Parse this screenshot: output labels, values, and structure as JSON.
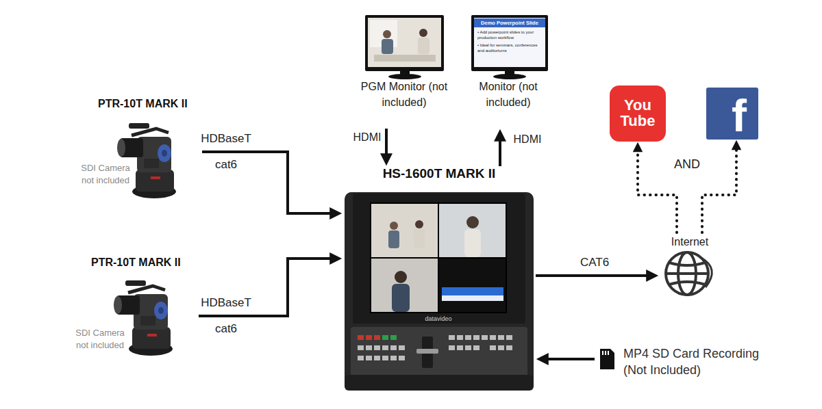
{
  "diagram": {
    "nodes": [
      {
        "text": [
          "PTR-10T MARK II",
          "SDI Camera not included"
        ]
      },
      {
        "text": [
          "PTR-10T MARK II",
          "SDI Camera not included"
        ]
      },
      {
        "text": [
          "PGM Monitor (not included)"
        ]
      },
      {
        "text": [
          "Monitor (not included)"
        ]
      },
      {
        "text": [
          "HS-1600T MARK II"
        ]
      },
      {
        "text": [
          "Internet"
        ]
      },
      {
        "text": [
          "You Tube"
        ]
      },
      {
        "text": [
          "f"
        ]
      },
      {
        "text": [
          "MP4 SD Card Recording (Not Included)"
        ]
      }
    ],
    "edges": [
      {
        "from": 0,
        "to": 4,
        "label": "HDBaseT cat6",
        "arrow": "to"
      },
      {
        "from": 1,
        "to": 4,
        "label": "HDBaseT cat6",
        "arrow": "to"
      },
      {
        "from": 2,
        "to": 4,
        "label": "HDMI",
        "arrow": "to"
      },
      {
        "from": 4,
        "to": 3,
        "label": "HDMI",
        "arrow": "to"
      },
      {
        "from": 4,
        "to": 5,
        "label": "CAT6",
        "arrow": "to"
      },
      {
        "from": 5,
        "to": 6,
        "arrow": "to"
      },
      {
        "from": 5,
        "to": 7,
        "arrow": "to"
      },
      {
        "from": 8,
        "to": 4,
        "arrow": "to"
      }
    ],
    "labels": [
      "Demo Powerpoint Slide",
      "• Add powerpoint slides to your production workflow",
      "• Ideal for seminars, conferences and auditoriums",
      "datavideo",
      "AND"
    ]
  }
}
